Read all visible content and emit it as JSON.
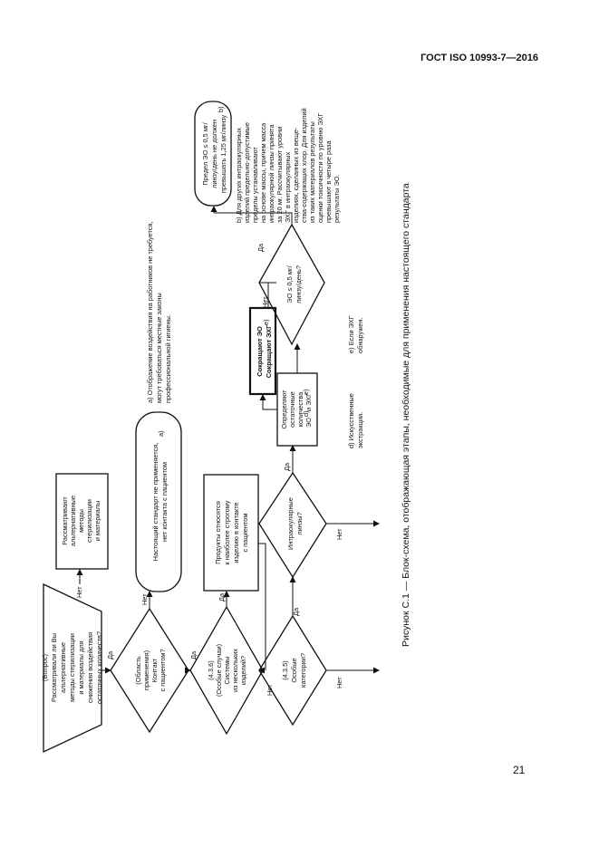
{
  "header": {
    "standard": "ГОСТ ISO 10993-7—2016"
  },
  "page_number": "21",
  "caption": "Рисунок С.1 — Блок-схема, отображающая этапы, необходимые для применения настоящего стандарта",
  "nodes": {
    "start": [
      "(Вопрос)",
      "Рассматривали ли Вы",
      "альтернативные",
      "методы стерилизации",
      "и материалы для",
      "снижения воздействия",
      "остаточных количеств?"
    ],
    "alt_methods": [
      "Рассматривают",
      "альтернативные",
      "методы",
      "стерилизации",
      "и материалы"
    ],
    "d_contact": [
      "(Область",
      "применения)",
      "Контакт",
      "с пациентом?"
    ],
    "no_apply": [
      "Настоящий стандарт не применяется,",
      "нет контакта с пациентом"
    ],
    "no_apply_sup": "a)",
    "d_special": [
      "(4.3.6)",
      "(Особые случаи)",
      "Системы",
      "из нескольких",
      "изделий?"
    ],
    "multi_device": [
      "Продукты относятся",
      "к наиболее строгому",
      "изделию в контакте",
      "с пациентом"
    ],
    "d_category": [
      "(4.3.5)",
      "Особые",
      "категории?"
    ],
    "d_intraocular": [
      "Интраокулярные",
      "линзы?"
    ],
    "determine": [
      "Определяют",
      "остаточные",
      "количества",
      "ЭО",
      "и ЭХГ"
    ],
    "determine_sup1": "d)",
    "determine_sup2": "e)",
    "reduce": [
      "Сокращают ЭО",
      "Сокращают ЭХГ"
    ],
    "reduce_sup": "e)",
    "d_limit": [
      "ЭО ≤ 0,5 мг/",
      "линзу/день?"
    ],
    "limit_box": [
      "Предел ЭО ≤ 0,5 мг/",
      "линзу/день не должен",
      "превышать 1,25 мг/линзу"
    ],
    "limit_box_sup": "b)"
  },
  "labels": {
    "yes": "Да",
    "no": "Нет"
  },
  "footnotes": {
    "a": [
      "a) Отображение воздействия на работников не требуется,",
      "могут требоваться местные законы",
      "профессиональной гигиены."
    ],
    "b": [
      "b) Для других интраокулярных",
      "изделий предельно-допустимые",
      "пределы устанавливают",
      "на основе массы, причем масса",
      "интраокулярной линзы принята",
      "за 20 мг. Рассчитывают уровни",
      "ЭХГ в интраокулярных",
      "изделиях, сделанных из веще-",
      "ства-содержащих хлор. Для изделий",
      "из таких материалов результаты",
      "оценки токсичности по уровню ЭХГ",
      "превышают в четыре раза",
      "результаты ЭО."
    ],
    "d": [
      "d) Искусственные",
      "экстракции."
    ],
    "e": [
      "e) Если ЭХГ",
      "обнаружен."
    ]
  }
}
